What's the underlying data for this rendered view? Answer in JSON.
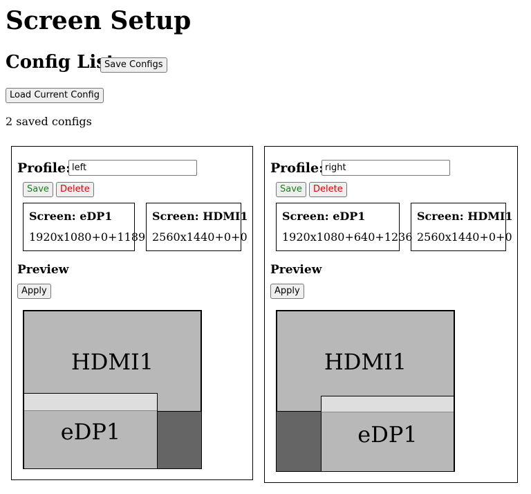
{
  "page": {
    "title": "Screen Setup",
    "config_list_heading": "Config List",
    "save_configs_label": "Save Configs",
    "load_current_label": "Load Current Config",
    "saved_count_text": "2 saved configs"
  },
  "configs": [
    {
      "profile_label": "Profile:",
      "profile_value": "left",
      "save_label": "Save",
      "delete_label": "Delete",
      "screens": [
        {
          "title": "Screen: eDP1",
          "geometry": "1920x1080+0+1189"
        },
        {
          "title": "Screen: HDMI1",
          "geometry": "2560x1440+0+0"
        }
      ],
      "preview_label": "Preview",
      "apply_label": "Apply",
      "preview_monitors": [
        {
          "name": "HDMI1"
        },
        {
          "name": "eDP1"
        }
      ]
    },
    {
      "profile_label": "Profile:",
      "profile_value": "right",
      "save_label": "Save",
      "delete_label": "Delete",
      "screens": [
        {
          "title": "Screen: eDP1",
          "geometry": "1920x1080+640+1236"
        },
        {
          "title": "Screen: HDMI1",
          "geometry": "2560x1440+0+0"
        }
      ],
      "preview_label": "Preview",
      "apply_label": "Apply",
      "preview_monitors": [
        {
          "name": "HDMI1"
        },
        {
          "name": "eDP1"
        }
      ]
    }
  ],
  "colors": {
    "save_text": "#1a7f1a",
    "delete_text": "#e00000",
    "monitor_fill": "#b8b8b8",
    "monitor_topbar": "#dedede",
    "preview_background": "#656565"
  }
}
